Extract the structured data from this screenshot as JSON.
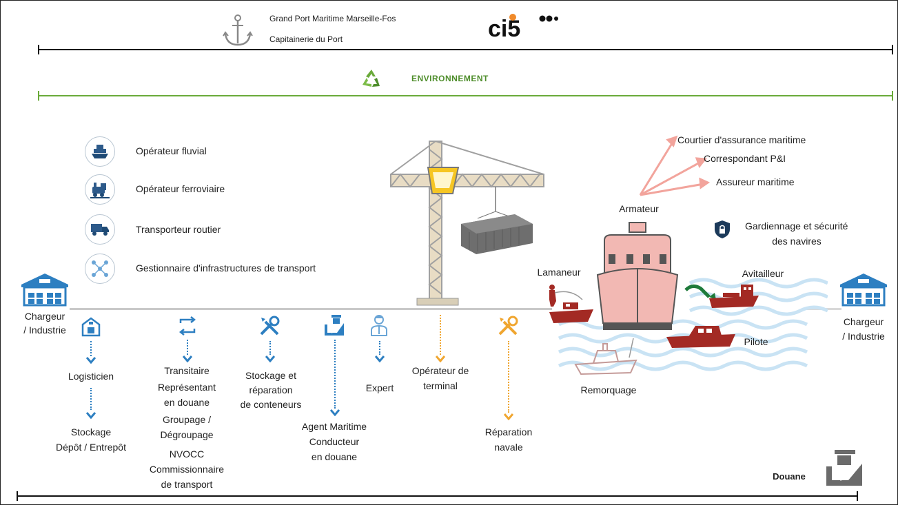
{
  "header": {
    "org_line1": "Grand Port Maritime Marseille-Fos",
    "org_line2": "Capitainerie du Port",
    "logo_text": "ci5"
  },
  "environment": {
    "label": "ENVIRONNEMENT"
  },
  "transport_operators": [
    {
      "label": "Opérateur fluvial",
      "icon": "ship-icon"
    },
    {
      "label": "Opérateur ferroviaire",
      "icon": "train-icon"
    },
    {
      "label": "Transporteur routier",
      "icon": "truck-icon"
    },
    {
      "label": "Gestionnaire d'infrastructures de transport",
      "icon": "network-icon"
    }
  ],
  "shipper_left": {
    "line1": "Chargeur",
    "line2": "/ Industrie"
  },
  "shipper_right": {
    "line1": "Chargeur",
    "line2": "/ Industrie"
  },
  "logistics": {
    "logisticien": "Logisticien",
    "stockage": "Stockage",
    "depot": "Dépôt / Entrepôt"
  },
  "transit": {
    "line1": "Transitaire",
    "line2": "Représentant",
    "line3": "en douane",
    "line4": "Groupage /",
    "line5": "Dégroupage",
    "line6": "NVOCC",
    "line7": "Commissionnaire",
    "line8": "de transport"
  },
  "container_repair": {
    "line1": "Stockage et",
    "line2": "réparation",
    "line3": "de conteneurs"
  },
  "agent": {
    "line1": "Agent Maritime",
    "line2": "Conducteur",
    "line3": "en douane"
  },
  "expert": {
    "label": "Expert"
  },
  "terminal": {
    "line1": "Opérateur de",
    "line2": "terminal"
  },
  "ship_repair": {
    "line1": "Réparation",
    "line2": "navale"
  },
  "maritime": {
    "armateur": "Armateur",
    "courtier": "Courtier d'assurance maritime",
    "correspondant": "Correspondant P&I",
    "assureur": "Assureur maritime",
    "gardiennage_line1": "Gardiennage et sécurité",
    "gardiennage_line2": "des navires",
    "lamaneur": "Lamaneur",
    "avitailleur": "Avitailleur",
    "pilote": "Pilote",
    "remorquage": "Remorquage"
  },
  "customs": {
    "label": "Douane"
  },
  "colors": {
    "blue": "#2d7fc1",
    "orange": "#f0a630",
    "green": "#6aaa3a",
    "ship_pink": "#f2b8b3",
    "boat_red": "#a32a24",
    "arrow_pink": "#f2a49c"
  }
}
